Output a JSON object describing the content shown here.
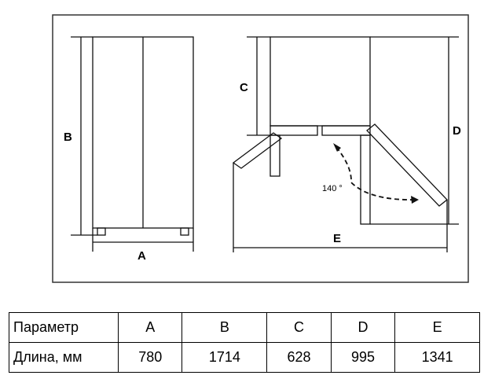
{
  "diagram": {
    "labels": {
      "a": "A",
      "b": "B",
      "c": "C",
      "d": "D",
      "e": "E",
      "angle": "140 °"
    }
  },
  "table": {
    "row_header_param": "Параметр",
    "row_header_length": "Длина, мм",
    "columns": [
      {
        "param": "A",
        "value": "780"
      },
      {
        "param": "B",
        "value": "1714"
      },
      {
        "param": "C",
        "value": "628"
      },
      {
        "param": "D",
        "value": "995"
      },
      {
        "param": "E",
        "value": "1341"
      }
    ]
  }
}
